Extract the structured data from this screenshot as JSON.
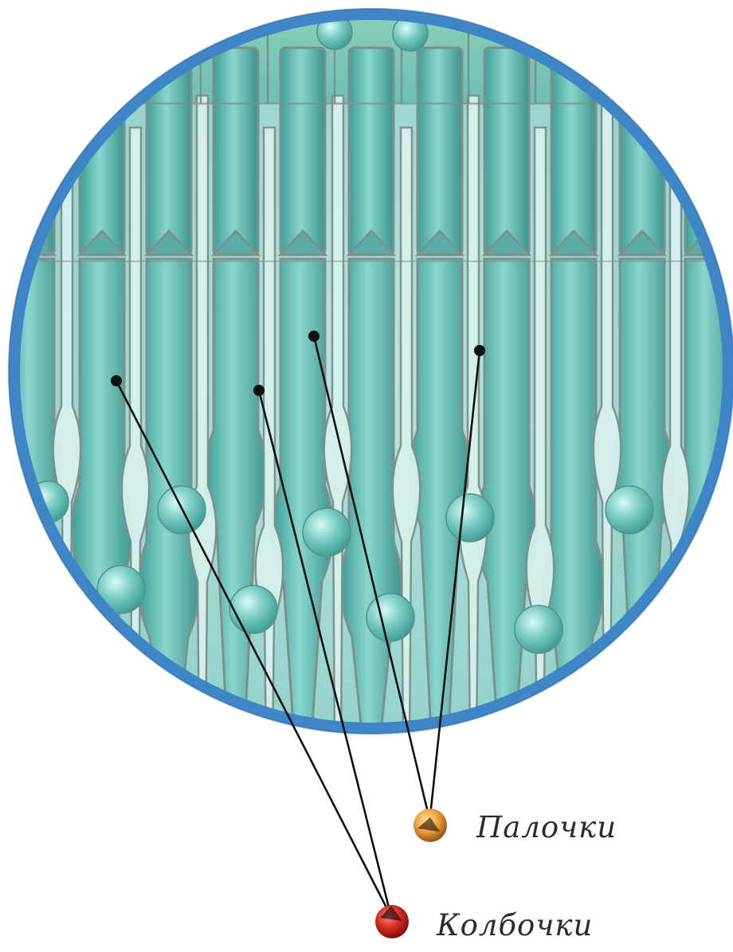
{
  "labels": {
    "rods": "Палочки",
    "cones": "Колбочки"
  },
  "colors": {
    "rim": "#3f86c6",
    "cell_fill": "#5fb8b0",
    "cell_light": "#cfeee9",
    "cell_outline": "#7f8f8c",
    "background_tissue": "#9fd6cf",
    "leader_line": "#111111",
    "rods_marker": "#e8a23a",
    "cones_marker": "#c81e1e"
  },
  "icons": {
    "rods_marker": "orange-sphere-marker",
    "cones_marker": "red-sphere-marker"
  }
}
